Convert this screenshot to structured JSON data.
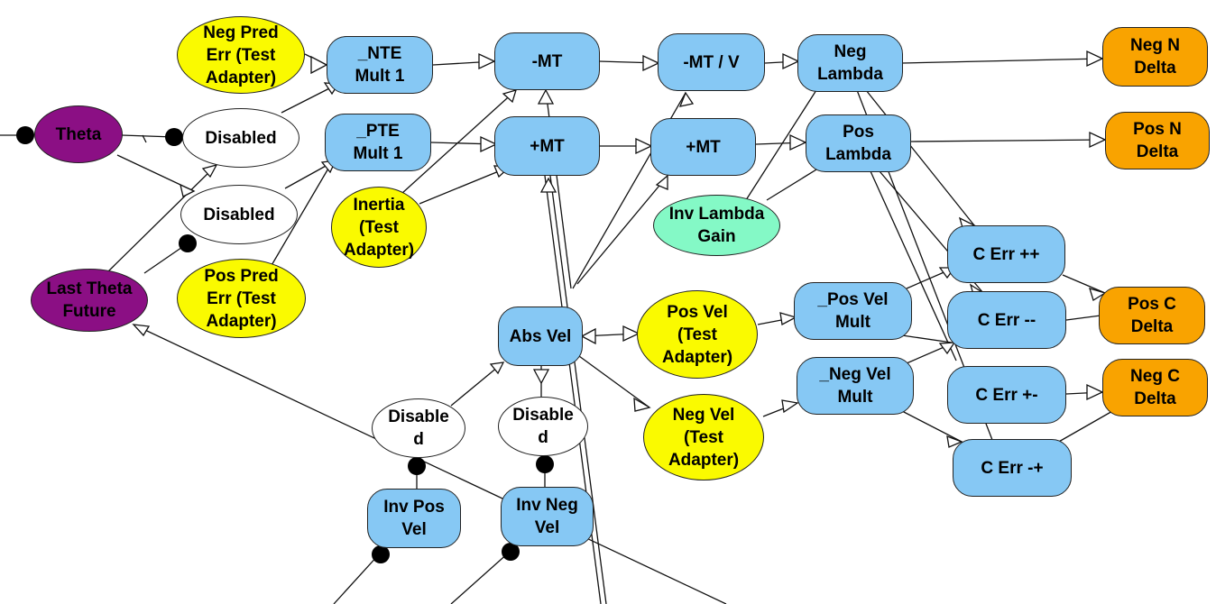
{
  "colors": {
    "blue": "#86c8f4",
    "yellow": "#fafa00",
    "orange": "#f9a300",
    "purple": "#8b0f84",
    "green": "#84f9c6",
    "white": "#ffffff"
  },
  "nodes": {
    "theta": "Theta",
    "last_theta_future": "Last Theta\nFuture",
    "neg_pred_err": "Neg Pred\nErr (Test\nAdapter)",
    "pos_pred_err": "Pos Pred\nErr (Test\nAdapter)",
    "disabled_upper": "Disabled",
    "disabled_lower": "Disabled",
    "nte_mult": "_NTE\nMult 1",
    "pte_mult": "_PTE\nMult 1",
    "inertia": "Inertia\n(Test\nAdapter)",
    "minus_mt": "-MT",
    "plus_mt_1": "+MT",
    "minus_mt_v": "-MT / V",
    "plus_mt_2": "+MT",
    "inv_lambda_gain": "Inv Lambda\nGain",
    "neg_lambda": "Neg\nLambda",
    "pos_lambda": "Pos\nLambda",
    "neg_n_delta": "Neg N\nDelta",
    "pos_n_delta": "Pos N\nDelta",
    "abs_vel": "Abs Vel",
    "pos_vel_adapter": "Pos Vel\n(Test\nAdapter)",
    "neg_vel_adapter": "Neg Vel\n(Test\nAdapter)",
    "pos_vel_mult": "_Pos Vel\nMult",
    "neg_vel_mult": "_Neg Vel\nMult",
    "c_err_pp": "C Err ++",
    "c_err_mm": "C Err --",
    "c_err_pm": "C Err +-",
    "c_err_mp": "C Err -+",
    "pos_c_delta": "Pos C\nDelta",
    "neg_c_delta": "Neg C\nDelta",
    "disabled_d1": "Disable\nd",
    "disabled_d2": "Disable\nd",
    "inv_pos_vel": "Inv Pos\nVel",
    "inv_neg_vel": "Inv Neg\nVel"
  }
}
